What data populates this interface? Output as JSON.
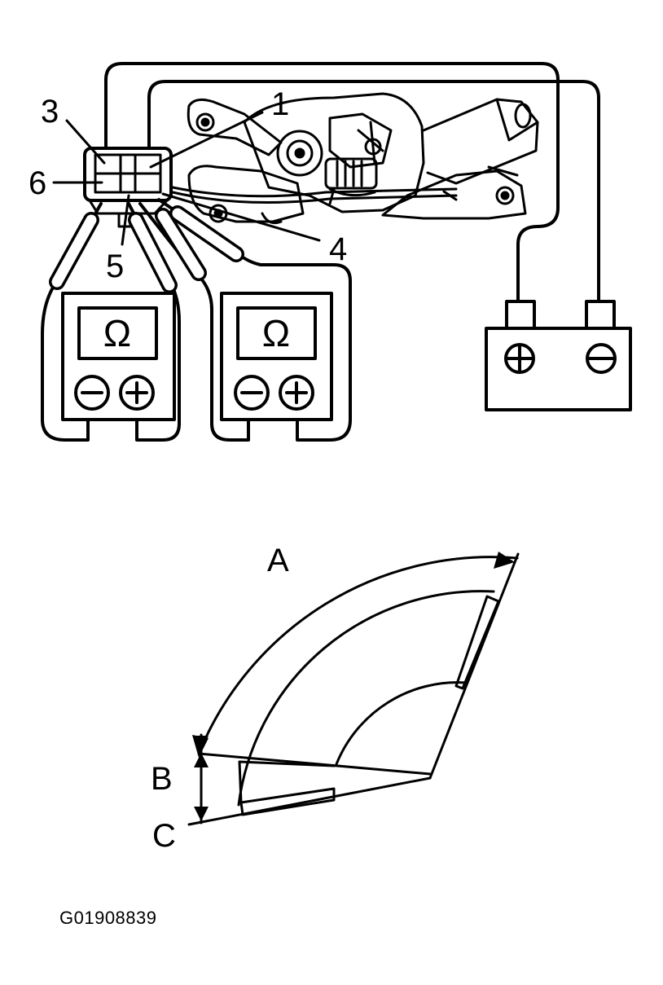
{
  "callouts": {
    "c1": "1",
    "c3": "3",
    "c4": "4",
    "c5": "5",
    "c6": "6"
  },
  "meter_symbol": "Ω",
  "probe_minus": "−",
  "probe_plus": "+",
  "battery": {
    "positive_symbol": "⊕",
    "negative_symbol": "⊖"
  },
  "sweep": {
    "label_a": "A",
    "label_b": "B",
    "label_c": "C"
  },
  "figure_code": "G01908839",
  "colors": {
    "ink": "#000000",
    "paper": "#ffffff"
  }
}
